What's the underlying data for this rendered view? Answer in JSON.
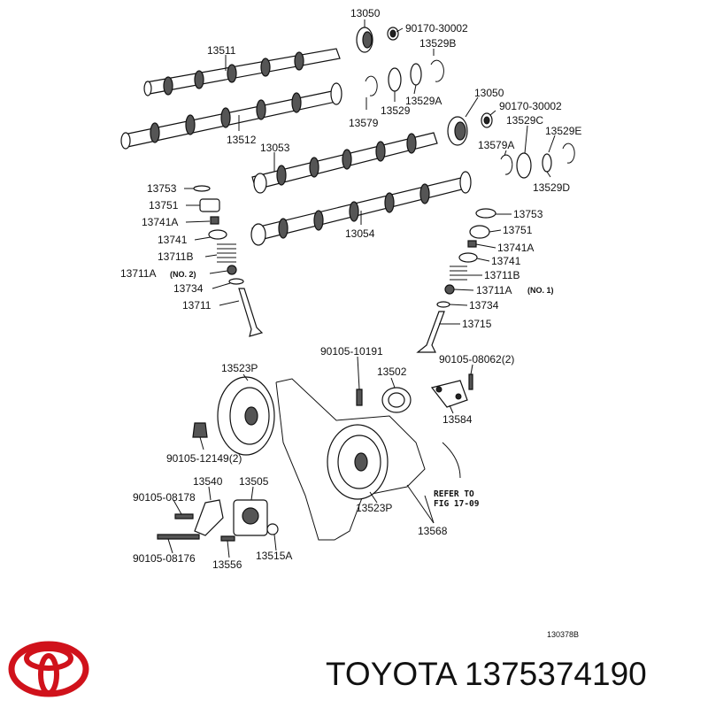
{
  "labels": {
    "p13050_top": "13050",
    "p90170_top": "90170-30002",
    "p13529B": "13529B",
    "p13511": "13511",
    "p13529A": "13529A",
    "p13529": "13529",
    "p13579": "13579",
    "p13512": "13512",
    "p13050_mid": "13050",
    "p90170_mid": "90170-30002",
    "p13529C": "13529C",
    "p13529E": "13529E",
    "p13579A": "13579A",
    "p13529D": "13529D",
    "p13053": "13053",
    "p13054": "13054",
    "l13753": "13753",
    "l13751": "13751",
    "l13741A": "13741A",
    "l13741": "13741",
    "l13711B": "13711B",
    "l13711A": "13711A",
    "l13711A_note": "(NO. 2)",
    "l13734": "13734",
    "l13711": "13711",
    "r13753": "13753",
    "r13751": "13751",
    "r13741A": "13741A",
    "r13741": "13741",
    "r13711B": "13711B",
    "r13711A": "13711A",
    "r13711A_note": "(NO. 1)",
    "r13734": "13734",
    "r13715": "13715",
    "p13523P_top": "13523P",
    "p90105_10191": "90105-10191",
    "p13502": "13502",
    "p90105_08062": "90105-08062(2)",
    "p13584": "13584",
    "p90105_12149": "90105-12149(2)",
    "p13540": "13540",
    "p13505": "13505",
    "p90105_08178": "90105-08178",
    "p13523P_bot": "13523P",
    "p13568": "13568",
    "p90105_08176": "90105-08176",
    "p13556": "13556",
    "p13515A": "13515A",
    "refer_line1": "REFER TO",
    "refer_line2": "FIG 17-09",
    "diagram_code": "130378B"
  },
  "footer": {
    "brand_text": "TOYOTA 1375374190"
  },
  "colors": {
    "toyota_red": "#d0121b",
    "ink": "#111111"
  },
  "icons": {
    "logo": "toyota-logo-icon"
  }
}
